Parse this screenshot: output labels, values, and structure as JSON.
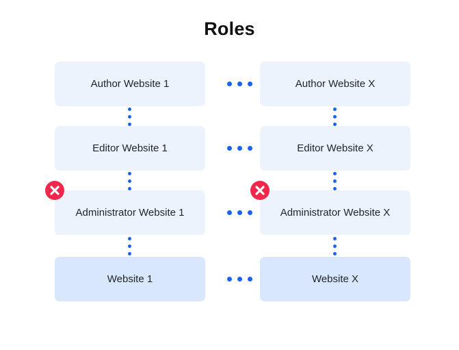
{
  "title": "Roles",
  "colors": {
    "background": "#ffffff",
    "node_fill": "#edf3fd",
    "node_fill_strong": "#d8e7fb",
    "dot": "#1a63f0",
    "error": "#f2274c",
    "text": "#20242b",
    "title_text": "#111111"
  },
  "diagram": {
    "type": "hierarchy",
    "columns": [
      {
        "id": "col-1",
        "suffix": "1"
      },
      {
        "id": "col-x",
        "suffix": "X"
      }
    ],
    "rows": [
      {
        "id": "row-author",
        "role": "Author",
        "emphasis": false,
        "error": false,
        "nodes": [
          {
            "column": "col-1",
            "label": "Author Website 1"
          },
          {
            "column": "col-x",
            "label": "Author Website X"
          }
        ]
      },
      {
        "id": "row-editor",
        "role": "Editor",
        "emphasis": false,
        "error": false,
        "nodes": [
          {
            "column": "col-1",
            "label": "Editor Website 1"
          },
          {
            "column": "col-x",
            "label": "Editor Website X"
          }
        ]
      },
      {
        "id": "row-administrator",
        "role": "Administrator",
        "emphasis": false,
        "error": true,
        "nodes": [
          {
            "column": "col-1",
            "label": "Administrator Website 1"
          },
          {
            "column": "col-x",
            "label": "Administrator Website X"
          }
        ]
      },
      {
        "id": "row-website",
        "role": "Website",
        "emphasis": true,
        "error": false,
        "nodes": [
          {
            "column": "col-1",
            "label": "Website 1"
          },
          {
            "column": "col-x",
            "label": "Website X"
          }
        ]
      }
    ],
    "connectors": {
      "horizontal_ellipsis": "...",
      "vertical_ellipsis": "⋮",
      "dot_count": 3
    },
    "badges": [
      {
        "id": "badge-admin-1",
        "icon": "error-circle-x-icon",
        "attached_to": "Administrator Website 1"
      },
      {
        "id": "badge-admin-x",
        "icon": "error-circle-x-icon",
        "attached_to": "Administrator Website X"
      }
    ]
  }
}
